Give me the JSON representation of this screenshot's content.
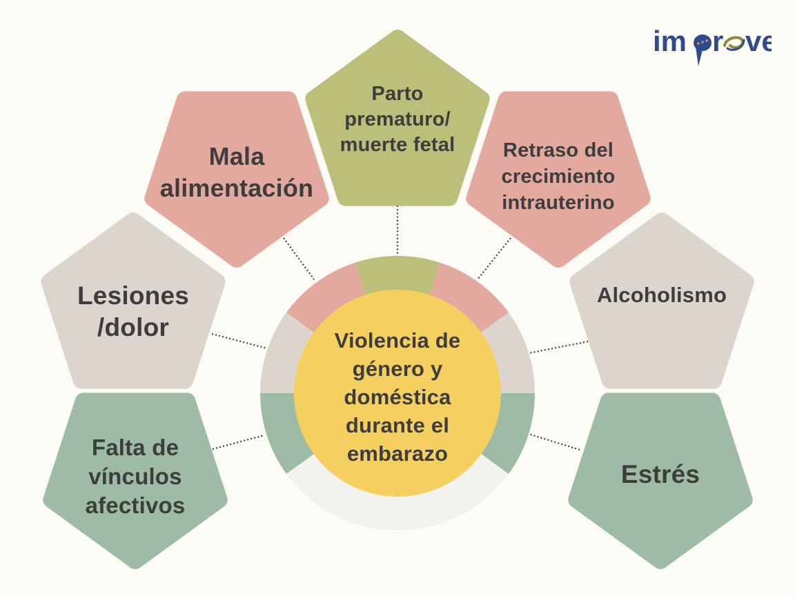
{
  "logo": {
    "text_before": "im",
    "text_p": "p",
    "text_r": "r",
    "text_o_swirl": "o",
    "text_after": "ve",
    "full_text": "improve",
    "colors": {
      "primary": "#2f4b8c",
      "swirl": "#8c8a3c",
      "dots": "#c8907a"
    }
  },
  "center": {
    "lines": [
      "Violencia de",
      "género y",
      "doméstica",
      "durante el",
      "embarazo"
    ],
    "color": "#f5cf5f"
  },
  "ring": {
    "segments": [
      {
        "name": "ring-segment-parto",
        "start": 252,
        "end": 288,
        "color": "#bcbf7a"
      },
      {
        "name": "ring-segment-retraso",
        "start": 288,
        "end": 324,
        "color": "#e3a99f"
      },
      {
        "name": "ring-segment-alcoholismo",
        "start": 324,
        "end": 360,
        "color": "#dcd5cd"
      },
      {
        "name": "ring-segment-estres",
        "start": 0,
        "end": 36,
        "color": "#9dbba5"
      },
      {
        "name": "ring-segment-empty",
        "start": 36,
        "end": 144,
        "color": "#f2f3ee"
      },
      {
        "name": "ring-segment-falta",
        "start": 144,
        "end": 180,
        "color": "#9dbba5"
      },
      {
        "name": "ring-segment-lesiones",
        "start": 180,
        "end": 216,
        "color": "#dcd5cd"
      },
      {
        "name": "ring-segment-mala",
        "start": 216,
        "end": 252,
        "color": "#e3a99f"
      }
    ]
  },
  "nodes": [
    {
      "id": "parto",
      "lines": [
        "Parto",
        "prematuro/",
        "muerte fetal"
      ],
      "color": "#bcbf7a"
    },
    {
      "id": "mala",
      "lines": [
        "Mala",
        "alimentación"
      ],
      "color": "#e3a99f"
    },
    {
      "id": "retraso",
      "lines": [
        "Retraso del",
        "crecimiento",
        "intrauterino"
      ],
      "color": "#e3a99f"
    },
    {
      "id": "lesiones",
      "lines": [
        "Lesiones",
        "/dolor"
      ],
      "color": "#dcd5cd"
    },
    {
      "id": "alcoholismo",
      "lines": [
        "Alcoholismo"
      ],
      "color": "#dcd5cd"
    },
    {
      "id": "falta",
      "lines": [
        "Falta de",
        "vínculos",
        "afectivos"
      ],
      "color": "#9dbba5"
    },
    {
      "id": "estres",
      "lines": [
        "Estrés"
      ],
      "color": "#9dbba5"
    }
  ]
}
